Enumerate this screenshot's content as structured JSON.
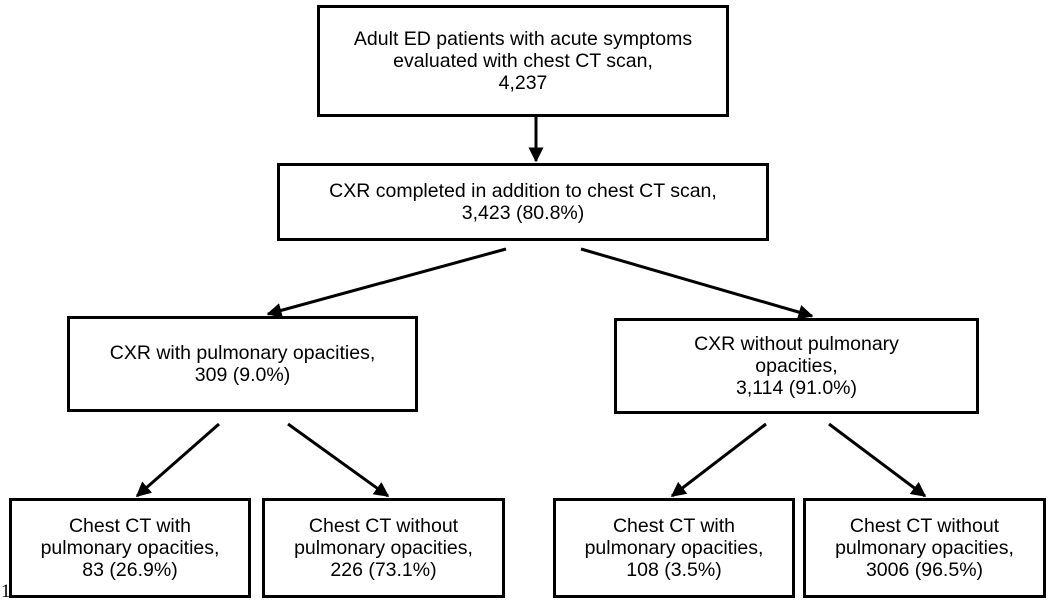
{
  "figure_number": "1",
  "nodes": {
    "root": {
      "lines": [
        "Adult ED patients with acute symptoms",
        "evaluated with chest CT scan,",
        "4,237"
      ]
    },
    "cxr": {
      "lines": [
        "CXR completed in addition to chest CT scan,",
        "3,423 (80.8%)"
      ]
    },
    "left": {
      "lines": [
        "CXR with pulmonary opacities,",
        "309 (9.0%)"
      ]
    },
    "right": {
      "lines": [
        "CXR without pulmonary",
        "opacities,",
        "3,114 (91.0%)"
      ]
    },
    "left_left": {
      "lines": [
        "Chest CT with",
        "pulmonary opacities,",
        "83 (26.9%)"
      ]
    },
    "left_right": {
      "lines": [
        "Chest CT without",
        "pulmonary opacities,",
        "226 (73.1%)"
      ]
    },
    "right_left": {
      "lines": [
        "Chest CT with",
        "pulmonary opacities,",
        "108 (3.5%)"
      ]
    },
    "right_right": {
      "lines": [
        "Chest CT without",
        "pulmonary opacities,",
        "3006 (96.5%)"
      ]
    }
  },
  "colors": {
    "stroke": "#000000",
    "background": "#ffffff"
  }
}
